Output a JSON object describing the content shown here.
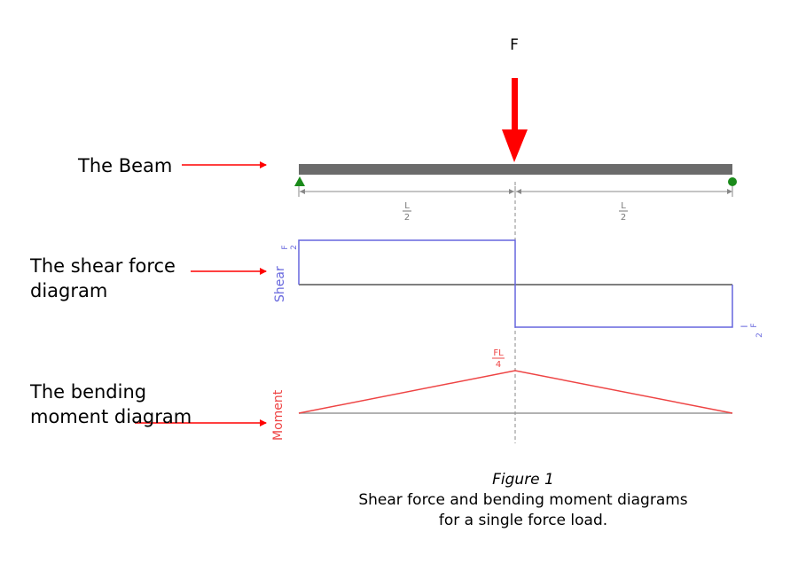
{
  "force_label": "F",
  "labels": {
    "beam": "The Beam",
    "shear_line1": "The shear force",
    "shear_line2": "diagram",
    "moment_line1": "The bending",
    "moment_line2": "moment diagram"
  },
  "axis_labels": {
    "shear": "Shear",
    "moment": "Moment"
  },
  "dimension_labels": {
    "left_half_num": "L",
    "left_half_den": "2",
    "right_half_num": "L",
    "right_half_den": "2"
  },
  "value_labels": {
    "shear_positive_num": "F",
    "shear_positive_den": "2",
    "shear_negative_num": "F",
    "shear_negative_den": "2",
    "moment_max_num": "FL",
    "moment_max_den": "4"
  },
  "caption": {
    "title": "Figure 1",
    "line1": "Shear force and bending moment diagrams",
    "line2": "for a single force load."
  },
  "colors": {
    "beam": "#6b6b6b",
    "force_arrow": "#ff0000",
    "shear": "#6666dd",
    "moment": "#ee4444",
    "support_pin": "#1a8a1a",
    "pointer_arrow": "#ff0000"
  }
}
